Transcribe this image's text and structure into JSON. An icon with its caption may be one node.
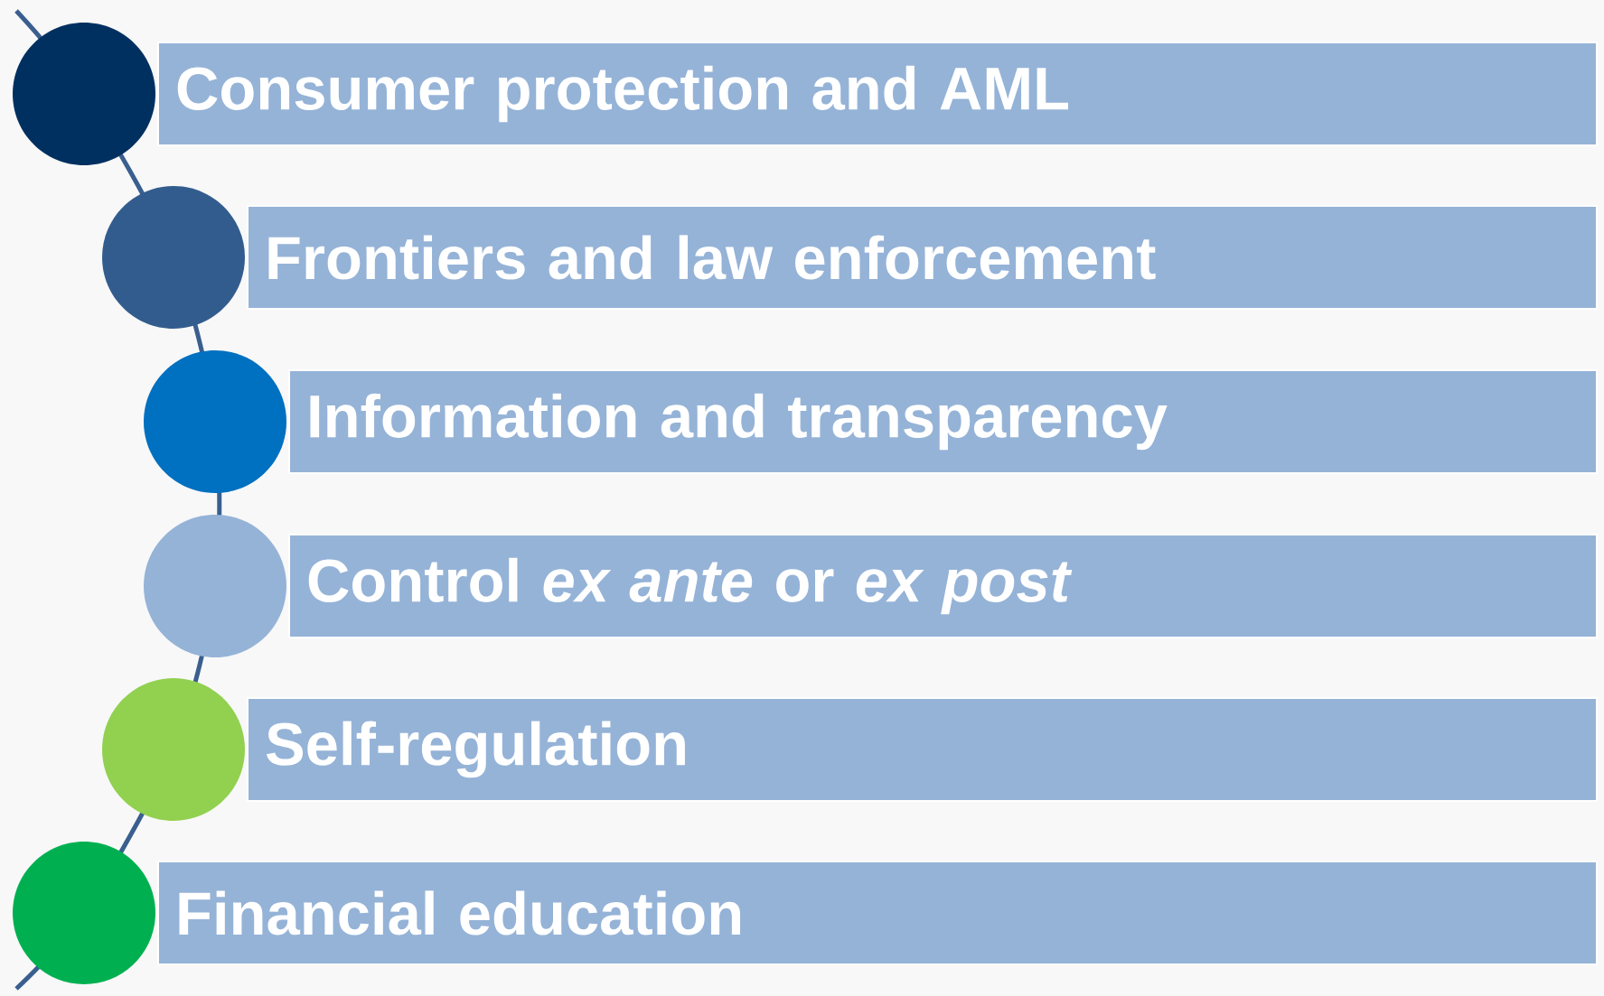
{
  "diagram": {
    "nodes": [
      {
        "text": [
          "Consumer protection and AML"
        ]
      },
      {
        "text": [
          "Frontiers and law enforcement"
        ]
      },
      {
        "text": [
          "Information and transparency"
        ]
      },
      {
        "text": [
          "Control *ex ante* or *ex post*"
        ]
      },
      {
        "text": [
          "Self-regulation"
        ]
      },
      {
        "text": [
          "Financial education"
        ]
      }
    ]
  }
}
